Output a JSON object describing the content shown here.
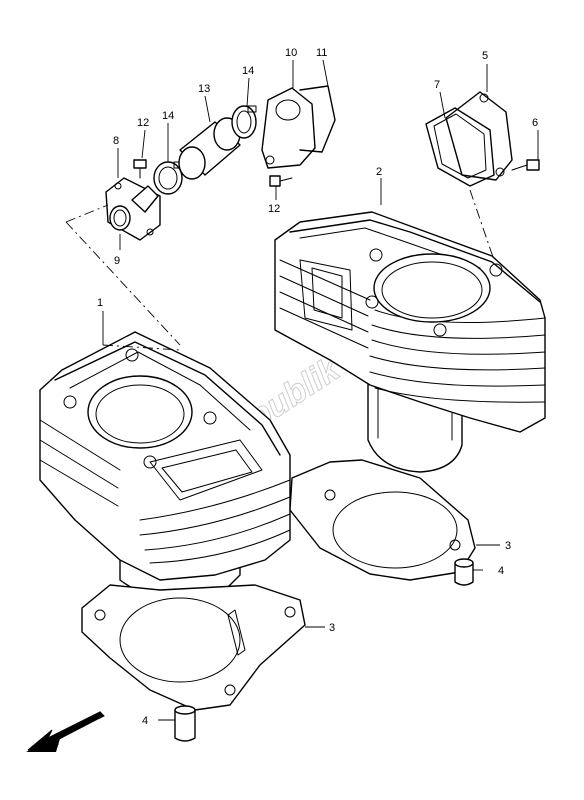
{
  "watermark": "PartsRepublik",
  "callouts": {
    "c1": "1",
    "c2": "2",
    "c3a": "3",
    "c3b": "3",
    "c4a": "4",
    "c4b": "4",
    "c5": "5",
    "c6": "6",
    "c7": "7",
    "c8": "8",
    "c9": "9",
    "c10": "10",
    "c11": "11",
    "c12a": "12",
    "c12b": "12",
    "c13": "13",
    "c14a": "14",
    "c14b": "14"
  },
  "icons": {
    "front_arrow": "front-direction-arrow-icon"
  }
}
